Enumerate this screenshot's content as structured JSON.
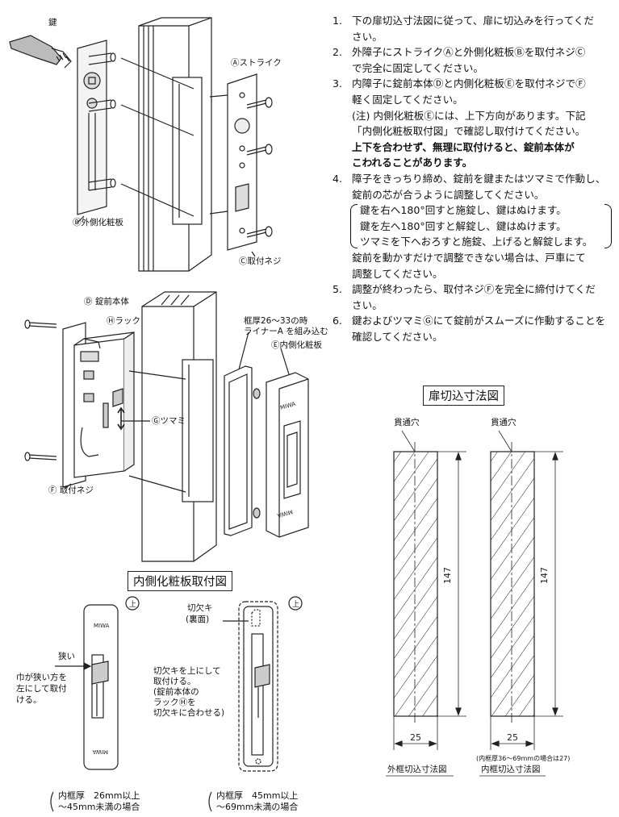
{
  "steps": [
    {
      "num": "1.",
      "lines": [
        "下の扉切込寸法図に従って、扉に切込みを行ってくだ",
        "さい。"
      ]
    },
    {
      "num": "2.",
      "lines": [
        "外障子にストライクⒶと外側化粧板Ⓑを取付ネジⒸ",
        "で完全に固定してください。"
      ]
    },
    {
      "num": "3.",
      "lines": [
        "内障子に錠前本体Ⓓと内側化粧板Ⓔを取付ネジでⒻ",
        "軽く固定してください。"
      ],
      "note": [
        "(注) 内側化粧板Ⓔには、上下方向があります。下記",
        "「内側化粧板取付図」で確認し取付けてください。"
      ],
      "warning": [
        "上下を合わせず、無理に取付けると、錠前本体が",
        "こわれることがあります。"
      ]
    },
    {
      "num": "4.",
      "lines": [
        "障子をきっちり締め、錠前を鍵またはツマミで作動し、",
        "錠前の芯が合うように調整してください。"
      ],
      "bracket": [
        "鍵を右へ180°回すと施錠し、鍵はぬけます。",
        "鍵を左へ180°回すと解錠し、鍵はぬけます。",
        "ツマミを下へおろすと施錠、上げると解錠します。"
      ],
      "after": [
        "錠前を動かすだけで調整できない場合は、戸車にて",
        "調整してください。"
      ]
    },
    {
      "num": "5.",
      "lines": [
        "調整が終わったら、取付ネジⒻを完全に締付けてくだ",
        "さい。"
      ]
    },
    {
      "num": "6.",
      "lines": [
        "鍵およびツマミⒼにて錠前がスムーズに作動することを",
        "確認してください。"
      ]
    }
  ],
  "labels": {
    "key": "鍵",
    "strike": "Ⓐストライク",
    "outer_plate": "Ⓑ外側化粧板",
    "screw_c": "Ⓒ取付ネジ",
    "lock_body": "Ⓓ 錠前本体",
    "rack": "Ⓗラック",
    "frame_note_1": "框厚26～33の時",
    "frame_note_2": "ライナーA を組み込む",
    "inner_plate": "Ⓔ内側化粧板",
    "knob": "Ⓖツマミ",
    "screw_f": "Ⓕ 取付ネジ",
    "miwa": "MIWA"
  },
  "inner_install": {
    "title": "内側化粧板取付図",
    "up_mark": "上",
    "narrow": "狭い",
    "left_note": [
      "巾が狭い方を",
      "左にして取付",
      "ける。"
    ],
    "notch": "切欠キ",
    "notch_back": "(裏面)",
    "right_note": [
      "切欠キを上にして",
      "取付ける。",
      "(錠前本体の",
      " ラックⒽを",
      " 切欠キに合わせる)"
    ],
    "left_caption": [
      "内框厚　26mm以上",
      "～45mm未満の場合"
    ],
    "right_caption": [
      "内框厚　45mm以上",
      "～69mm未満の場合"
    ]
  },
  "cut_diagram": {
    "title": "扉切込寸法図",
    "hole": "貫通穴",
    "height": "147",
    "width": "25",
    "outer_caption": "外框切込寸法図",
    "inner_caption": "内框切込寸法図",
    "inner_note": "(内框厚36～69mmの場合は27)"
  }
}
